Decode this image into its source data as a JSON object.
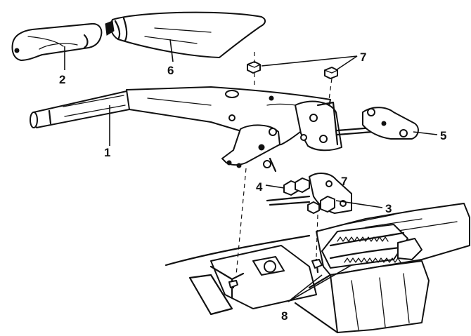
{
  "callouts": {
    "c1": "1",
    "c2": "2",
    "c3": "3",
    "c4": "4",
    "c5": "5",
    "c6": "6",
    "c7": "7",
    "c7b": "7",
    "c8": "8"
  }
}
